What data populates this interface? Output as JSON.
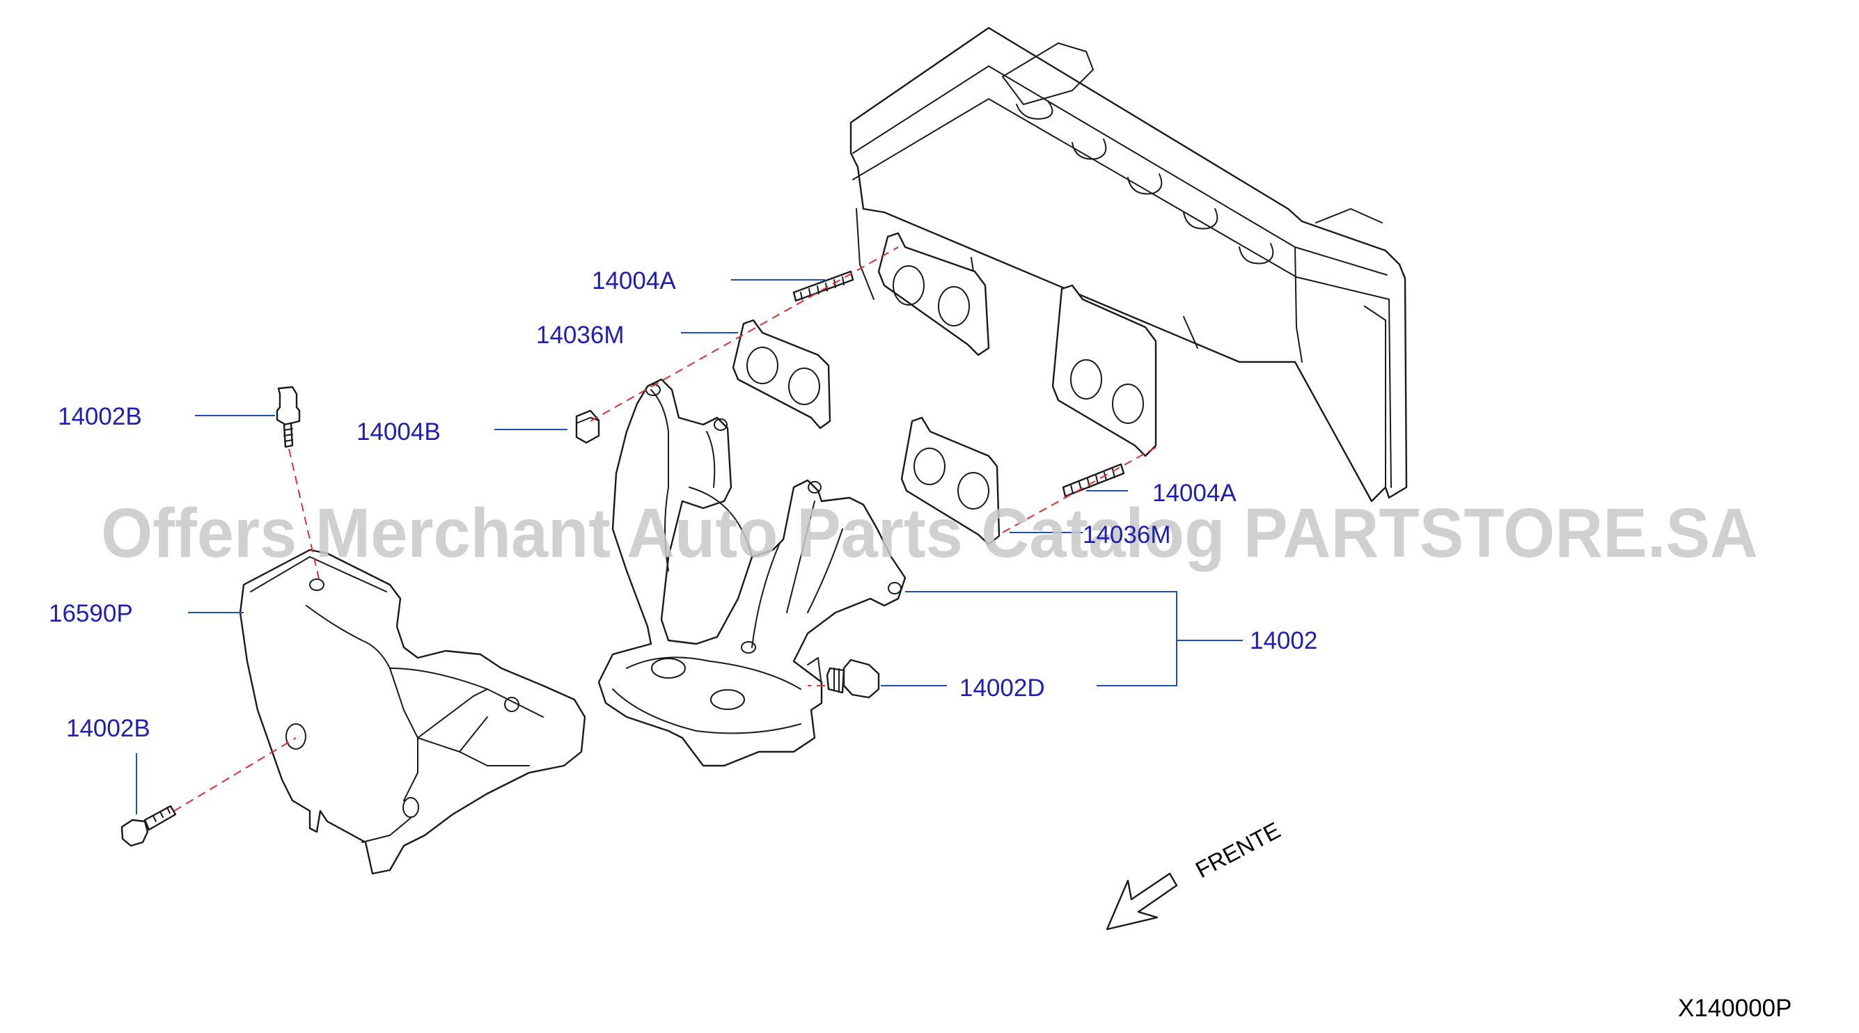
{
  "labels": {
    "l14004a_top": "14004A",
    "l14036m_top": "14036M",
    "l14002b_top": "14002B",
    "l14004b": "14004B",
    "l14004a_right": "14004A",
    "l14036m_right": "14036M",
    "l16590p": "16590P",
    "l14002": "14002",
    "l14002d": "14002D",
    "l14002b_bottom": "14002B",
    "direction": "FRENTE",
    "figure_code": "X140000P"
  },
  "watermark": "Offers Merchant Auto Parts Catalog PARTSTORE.SA",
  "colors": {
    "callout": "#1e1eb4",
    "leader": "#1e50b4",
    "dashed_line": "#e03030",
    "watermark": "#c8c8c8"
  }
}
